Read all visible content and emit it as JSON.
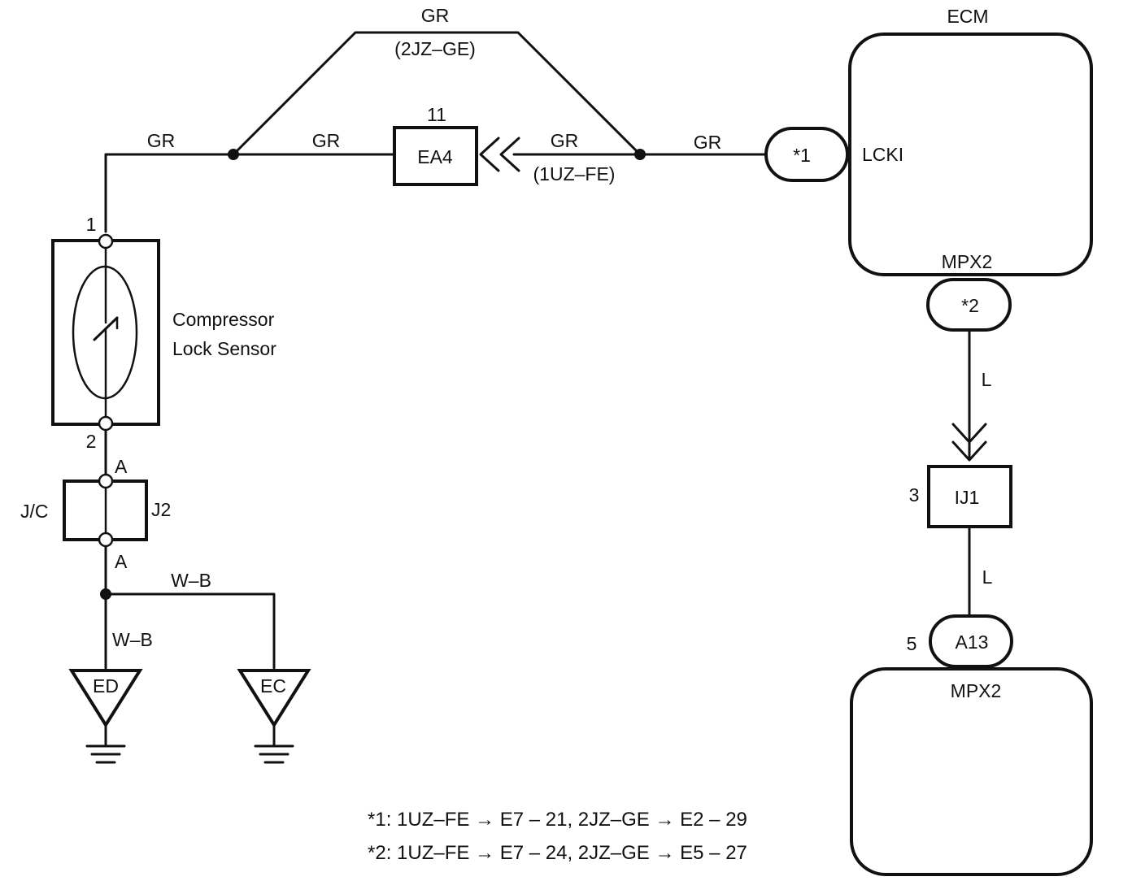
{
  "components": {
    "ecm": {
      "name": "ECM",
      "pin_lcki": "LCKI",
      "pin_mpx2": "MPX2",
      "connector_1": "*1",
      "connector_2": "*2"
    },
    "sensor": {
      "name_line1": "Compressor",
      "name_line2": "Lock Sensor",
      "pin_1": "1",
      "pin_2": "2"
    },
    "ea4": {
      "label": "EA4",
      "pin": "11"
    },
    "junction": {
      "label_left": "J/C",
      "label_right": "J2",
      "pin_top": "A",
      "pin_bottom": "A"
    },
    "ij1": {
      "label": "IJ1",
      "pin": "3"
    },
    "a13": {
      "label": "A13",
      "pin": "5",
      "unit_label": "MPX2"
    },
    "grounds": {
      "ed": "ED",
      "ec": "EC"
    }
  },
  "wires": {
    "gr_left": "GR",
    "gr_mid": "GR",
    "gr_top": "GR",
    "gr_top_variant": "(2JZ–GE)",
    "gr_connector": "GR",
    "gr_connector_variant": "(1UZ–FE)",
    "gr_right": "GR",
    "l_upper": "L",
    "l_lower": "L",
    "wb_horizontal": "W–B",
    "wb_vertical": "W–B"
  },
  "notes": {
    "note_1": "*1: 1UZ–FE → E7 – 21, 2JZ–GE → E2 – 29",
    "note_2": "*2: 1UZ–FE → E7 – 24, 2JZ–GE → E5 – 27"
  }
}
